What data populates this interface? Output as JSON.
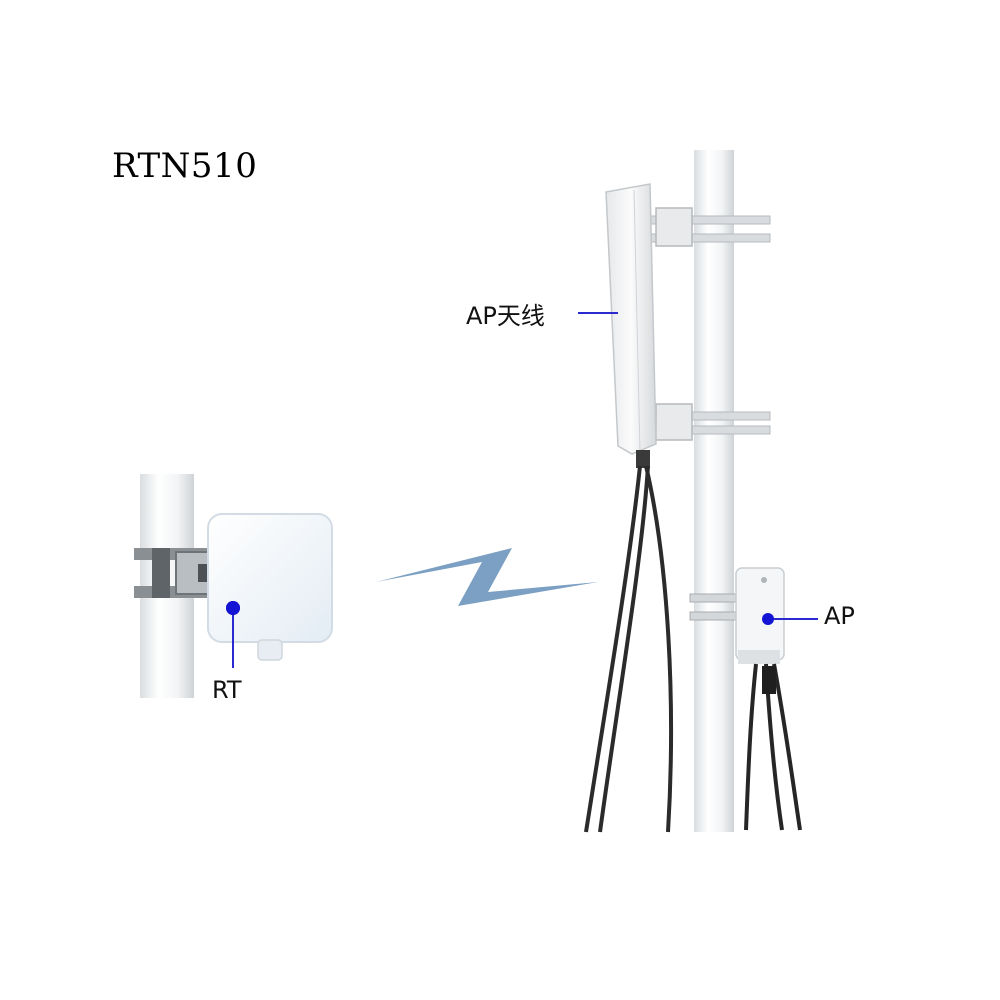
{
  "title": "RTN510",
  "labels": {
    "ap_antenna": "AP天线",
    "ap": "AP",
    "rt": "RT"
  },
  "colors": {
    "marker": "#1414d4",
    "leader_line": "#2a2ad0",
    "wireless_link": "#6e96bc",
    "pole": "#eef1f3",
    "device_body": "#f4f8fb",
    "cable": "#2b2b2b"
  },
  "icons": {
    "wireless_link": "lightning-bolt-icon"
  }
}
